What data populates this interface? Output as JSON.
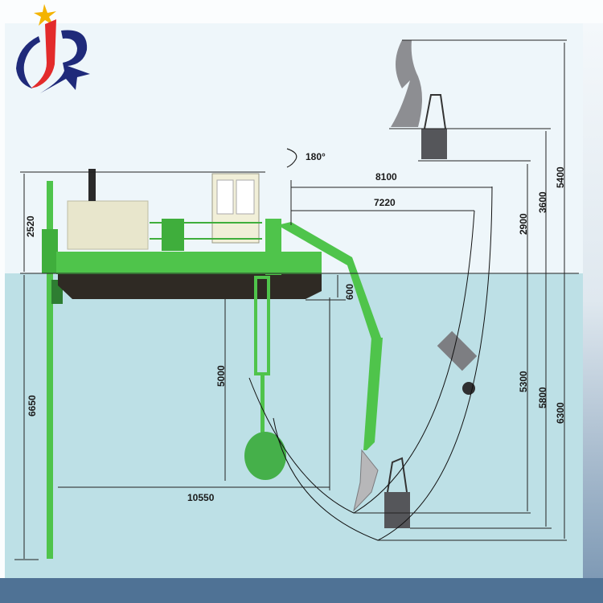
{
  "logo": {
    "letters": "JR",
    "colors": {
      "star": "#f4b400",
      "j": "#e32b2b",
      "r": "#1f2a7a"
    }
  },
  "diagram": {
    "subject": "amphibious dredger / excavator dimensions",
    "rotation_label": "180°",
    "colors": {
      "hull_green": "#4fc44b",
      "hull_dark": "#2f2a24",
      "engine_cream": "#e8e6cc",
      "water": "#bde0e6",
      "sky": "#eef6fa",
      "bucket_gray": "#55565a",
      "frame_blue": "#4f7295"
    },
    "dimensions": {
      "cab_height": "2520",
      "draft": "600",
      "spud_depth": "6650",
      "ball_depth": "5000",
      "horizontal_reach_total": "10550",
      "arm_reach_max": "8100",
      "arm_reach_mid": "7220",
      "dump_height_low": "2900",
      "dump_height_mid": "3600",
      "dump_height_max": "5400",
      "dig_depth_1": "5300",
      "dig_depth_2": "5800",
      "dig_depth_3": "6300"
    }
  }
}
